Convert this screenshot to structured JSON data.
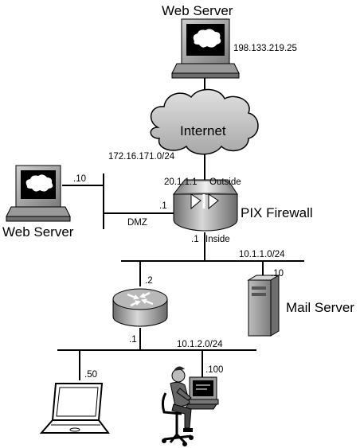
{
  "labels": {
    "web_server_top": "Web Server",
    "web_server_top_ip": "198.133.219.25",
    "internet": "Internet",
    "outside_ip": "20.1.1.1",
    "outside": "Outside",
    "pix_firewall": "PIX Firewall",
    "dmz_net": "172.16.171.0/24",
    "dmz_host": ".10",
    "dmz_fw": ".1",
    "dmz": "DMZ",
    "web_server_left": "Web Server",
    "inside_ip": ".1",
    "inside": "Inside",
    "net_inside": "10.1.1.0/24",
    "router_up": ".2",
    "mail_host": ".10",
    "mail_server": "Mail Server",
    "router_down": ".1",
    "net_lan": "10.1.2.0/24",
    "laptop_host": ".50",
    "user_host": ".100"
  }
}
